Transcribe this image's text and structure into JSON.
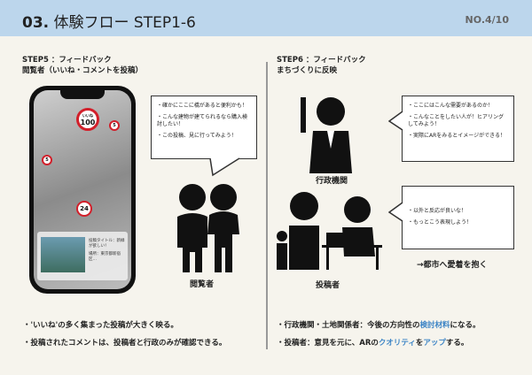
{
  "header": {
    "section_number": "03.",
    "title": "体験フロー STEP1-6",
    "page_number": "NO.4/10"
  },
  "step5": {
    "heading": "STEP5 ：フィードバック",
    "subheading": "閲覧者（いいね・コメントを投稿）",
    "phone": {
      "pin_main_label": "いいね",
      "pin_main_count": "100",
      "pin_small_1": "5",
      "pin_small_2": "5",
      "pin_bottom": "24",
      "card_title": "投稿タイトル：新緑が欲しい！",
      "card_place": "場所：東京都新宿区…"
    },
    "comments": [
      "・確かにここに橋があると便利かも！",
      "・こんな建物が建てられるなら購入検討したい！",
      "・この投稿、見に行ってみよう！"
    ],
    "person_label": "閲覧者",
    "bullets": [
      "・'いいね'の多く集まった投稿が大きく映る。",
      "・投稿されたコメントは、投稿者と行政のみが確認できる。"
    ]
  },
  "step6": {
    "heading": "STEP6 ：フィードバック",
    "subheading": "まちづくりに反映",
    "gov_label": "行政機関",
    "gov_comments": [
      "・ここにはこんな需要があるのか！",
      "・こんなことをしたい人が！ヒアリングしてみよう！",
      "・実際にARをみるとイメージができる！"
    ],
    "poster_label": "投稿者",
    "poster_comments": [
      "・以外と反応が良いな！",
      "・もっとこう表現しよう！"
    ],
    "result": "→都市へ愛着を抱く",
    "bullet1": {
      "pre": "・行政機関・土地関係者：今後の方向性の",
      "hl": "検討材料",
      "post": "になる。"
    },
    "bullet2": {
      "pre": "・投稿者：意見を元に、ARの",
      "hl1": "クオリティ",
      "mid": "を",
      "hl2": "アップ",
      "post": "する。"
    }
  },
  "colors": {
    "header": "#bcd6ec",
    "accent": "#3f86c6",
    "pin": "#d21f2a"
  }
}
